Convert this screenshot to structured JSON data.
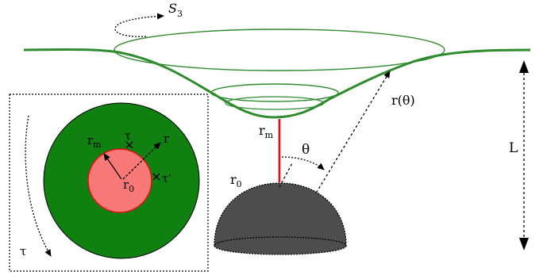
{
  "labels": {
    "s3": "S",
    "s3_sub": "3",
    "r_theta": "r(θ)",
    "L": "L",
    "theta": "θ",
    "rm": "r",
    "rm_sub": "m",
    "r0": "r",
    "r0_sub": "0",
    "inset_rm": "r",
    "inset_rm_sub": "m",
    "inset_tau": "τ",
    "inset_r": "r",
    "inset_r0": "r",
    "inset_r0_sub": "0",
    "inset_tau_prime": "τ'",
    "inset_tau_outer": "τ"
  },
  "colors": {
    "surface": "#2e8b2e",
    "disk_outer": "#108010",
    "disk_inner": "#f87878",
    "string": "#e01010",
    "dome": "#4d4d4d"
  }
}
